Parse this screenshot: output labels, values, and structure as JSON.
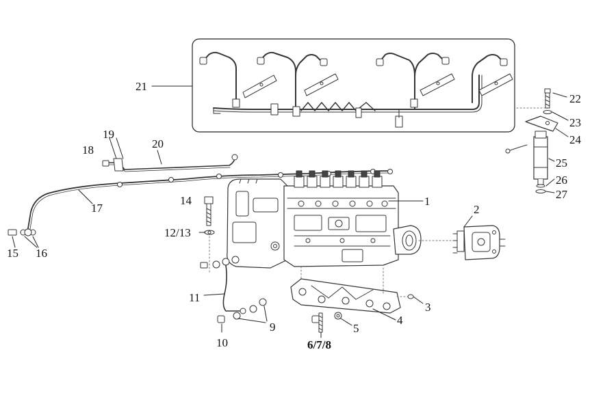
{
  "diagram": {
    "labels": {
      "l1": "1",
      "l2": "2",
      "l3": "3",
      "l4": "4",
      "l5": "5",
      "l678": "6/7/8",
      "l9": "9",
      "l10": "10",
      "l11": "11",
      "l1213": "12/13",
      "l14": "14",
      "l15": "15",
      "l16": "16",
      "l17": "17",
      "l18": "18",
      "l19": "19",
      "l20": "20",
      "l21": "21",
      "l22": "22",
      "l23": "23",
      "l24": "24",
      "l25": "25",
      "l26": "26",
      "l27": "27"
    }
  }
}
